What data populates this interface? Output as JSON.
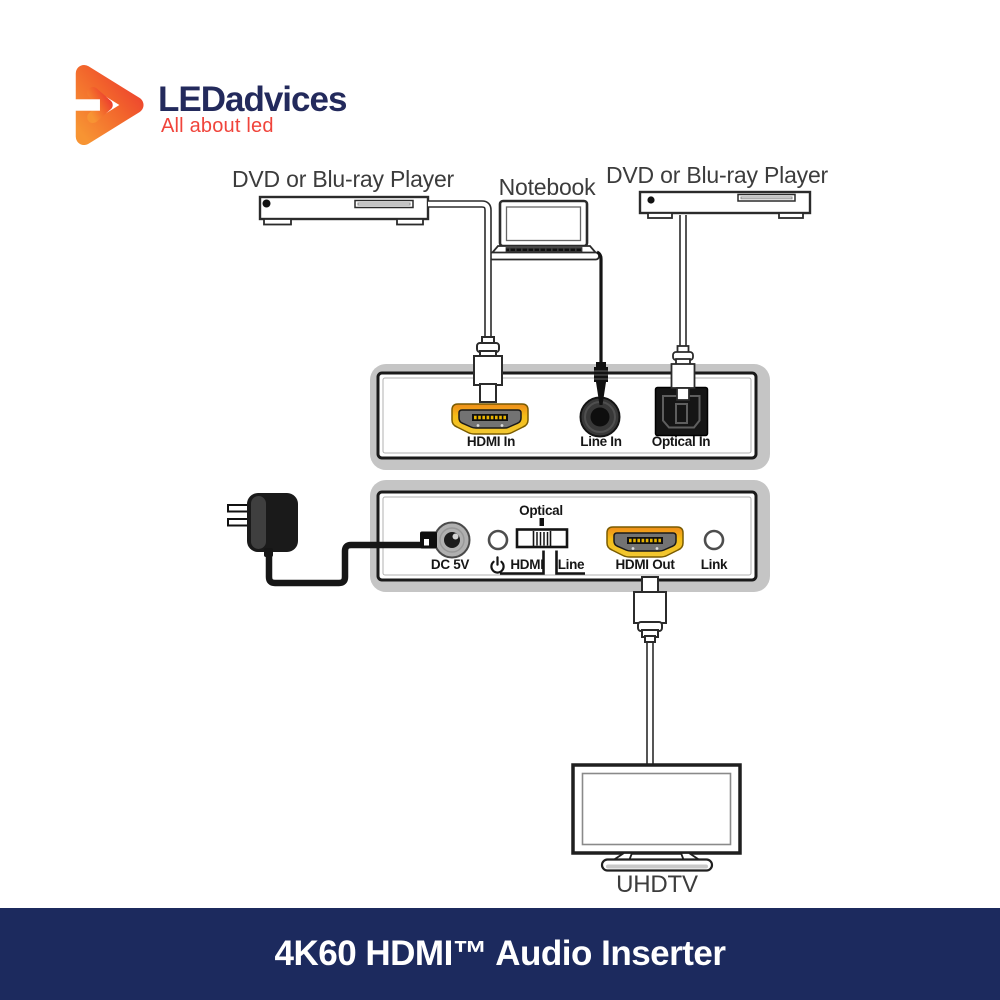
{
  "logo": {
    "brand": "LEDadvices",
    "tagline": "All about led"
  },
  "devices": {
    "dvd_left": "DVD or Blu-ray Player",
    "notebook": "Notebook",
    "dvd_right": "DVD or Blu-ray Player",
    "tv": "UHDTV"
  },
  "inserter": {
    "inputs": {
      "hdmi": "HDMI In",
      "line": "Line In",
      "optical": "Optical In"
    },
    "outputs": {
      "power": "DC 5V",
      "switch_optical": "Optical",
      "switch_hdmi": "HDMI",
      "switch_line": "Line",
      "hdmi_out": "HDMI Out",
      "link": "Link"
    }
  },
  "banner": {
    "title": "4K60 HDMI™ Audio Inserter"
  },
  "colors": {
    "banner_bg": "#1c2a5e",
    "brand_navy": "#232a5c",
    "brand_red": "#f0443b",
    "hdmi_gold": "#f5bd17",
    "panel_gray": "#c5c5c5"
  }
}
